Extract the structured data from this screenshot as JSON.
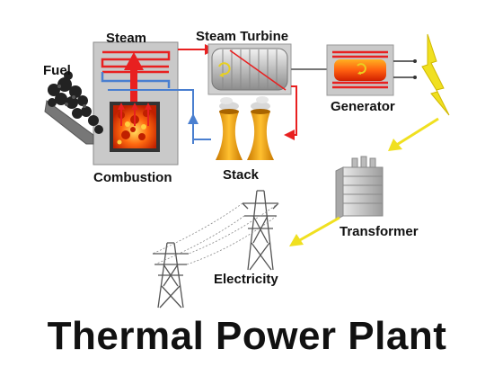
{
  "title": "Thermal Power Plant",
  "labels": {
    "steam": "Steam",
    "steam_turbine": "Steam Turbine",
    "fuel": "Fuel",
    "generator": "Generator",
    "combustion": "Combustion",
    "stack": "Stack",
    "transformer": "Transformer",
    "electricity": "Electricity"
  },
  "colors": {
    "steam_pipe": "#e82020",
    "water_pipe": "#4a7fd0",
    "fire": "#ff5a10",
    "stack": "#f0a020",
    "power_arrow": "#f0e020",
    "boiler_box": "#c8c8c8",
    "frame": "#9a9a9a"
  },
  "icons": {
    "boiler": "boiler-icon",
    "fuel": "coal-pile-icon",
    "turbine": "turbine-icon",
    "generator": "generator-icon",
    "stack": "cooling-tower-icon",
    "transformer": "transformer-icon",
    "pylon": "pylon-icon",
    "lightning": "lightning-bolt-icon"
  }
}
